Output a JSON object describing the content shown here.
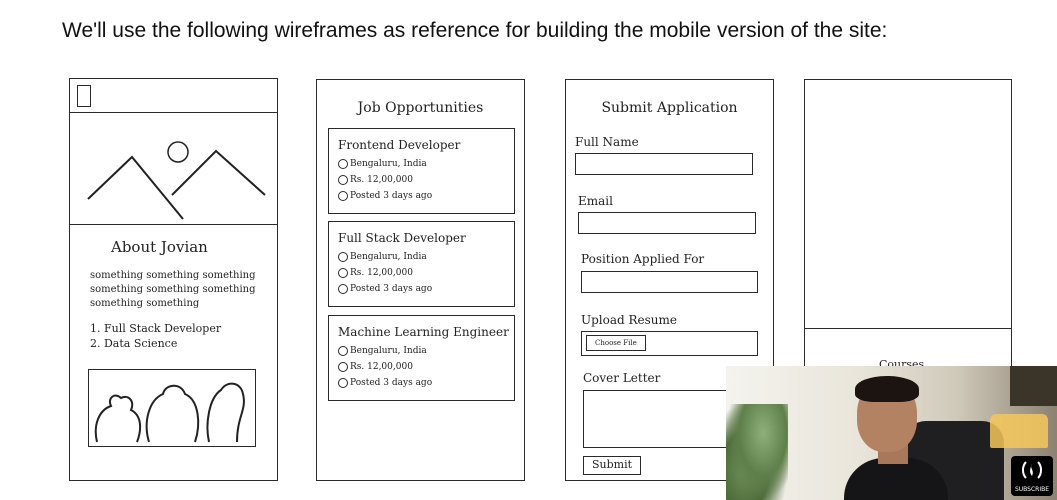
{
  "heading": "We'll use the following wireframes as reference for building the mobile version of the site:",
  "home_wireframe": {
    "about_title": "About Jovian",
    "about_text": "something something something something something something something something",
    "list": [
      "1. Full Stack Developer",
      "2. Data Science"
    ],
    "icons": [
      "menu-icon",
      "landscape-image-icon",
      "team-image-icon"
    ]
  },
  "jobs_wireframe": {
    "title": "Job Opportunities",
    "jobs": [
      {
        "title": "Frontend Developer",
        "location": "Bengaluru, India",
        "salary": "Rs. 12,00,000",
        "posted": "Posted 3 days ago"
      },
      {
        "title": "Full Stack Developer",
        "location": "Bengaluru, India",
        "salary": "Rs. 12,00,000",
        "posted": "Posted 3 days ago"
      },
      {
        "title": "Machine Learning Engineer",
        "location": "Bengaluru, India",
        "salary": "Rs. 12,00,000",
        "posted": "Posted 3 days ago"
      }
    ]
  },
  "application_wireframe": {
    "title": "Submit Application",
    "labels": {
      "full_name": "Full Name",
      "email": "Email",
      "position": "Position Applied For",
      "resume": "Upload Resume",
      "cover": "Cover Letter"
    },
    "choose_file": "Choose File",
    "submit": "Submit"
  },
  "courses_wireframe": {
    "label": "Courses"
  },
  "webcam": {
    "subscribe_label": "SUBSCRIBE",
    "icons": [
      "fcc-logo-icon"
    ]
  }
}
